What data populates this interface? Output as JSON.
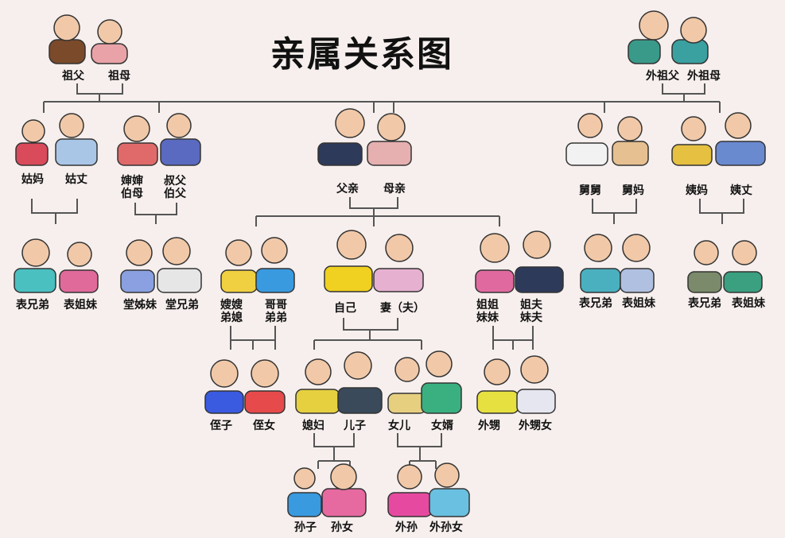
{
  "title": "亲属关系图",
  "labels": {
    "grandfather": "祖父",
    "grandmother": "祖母",
    "maternal_grandfather": "外祖父",
    "maternal_grandmother": "外祖母",
    "paternal_aunt": "姑妈",
    "paternal_aunt_husband": "姑丈",
    "elder_uncle_wife": [
      "婶婶",
      "伯母"
    ],
    "uncle": [
      "叔父",
      "伯父"
    ],
    "father": "父亲",
    "mother": "母亲",
    "maternal_uncle": "舅舅",
    "maternal_uncle_wife": "舅妈",
    "maternal_aunt": "姨妈",
    "maternal_aunt_husband": "姨丈",
    "cousin_m_1": "表兄弟",
    "cousin_f_1": "表姐妹",
    "tang_sister": "堂姊妹",
    "tang_brother": "堂兄弟",
    "sister_in_law": [
      "嫂嫂",
      "弟媳"
    ],
    "brother": [
      "哥哥",
      "弟弟"
    ],
    "self": "自己",
    "spouse": "妻（夫）",
    "sister": [
      "姐姐",
      "妹妹"
    ],
    "sister_husband": [
      "姐夫",
      "妹夫"
    ],
    "cousin_m_2": "表兄弟",
    "cousin_f_2": "表姐妹",
    "cousin_m_3": "表兄弟",
    "cousin_f_3": "表姐妹",
    "nephew": "侄子",
    "niece": "侄女",
    "daughter_in_law": "媳妇",
    "son": "儿子",
    "daughter": "女儿",
    "son_in_law": "女婿",
    "sister_son": "外甥",
    "sister_daughter": "外甥女",
    "grandson": "孙子",
    "granddaughter": "孙女",
    "daughter_grandson": "外孙",
    "daughter_granddaughter": "外孙女"
  },
  "colors": {
    "line": "#555555",
    "background": "#f6efed"
  }
}
